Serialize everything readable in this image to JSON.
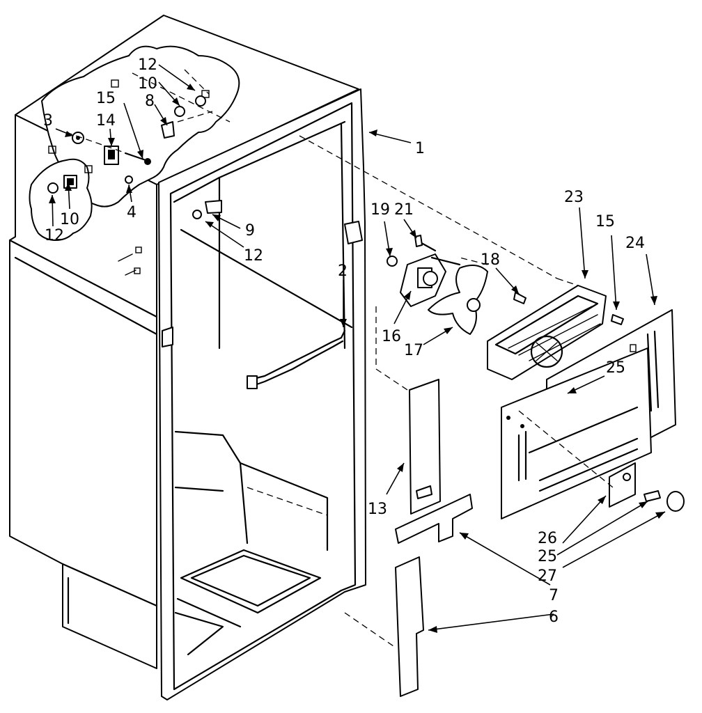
{
  "diagram": {
    "callouts": [
      {
        "id": "c1",
        "text": "1"
      },
      {
        "id": "c2",
        "text": "2"
      },
      {
        "id": "c3",
        "text": "3"
      },
      {
        "id": "c4",
        "text": "4"
      },
      {
        "id": "c6",
        "text": "6"
      },
      {
        "id": "c7",
        "text": "7"
      },
      {
        "id": "c8",
        "text": "8"
      },
      {
        "id": "c9",
        "text": "9"
      },
      {
        "id": "c10a",
        "text": "10"
      },
      {
        "id": "c10b",
        "text": "10"
      },
      {
        "id": "c12a",
        "text": "12"
      },
      {
        "id": "c12b",
        "text": "12"
      },
      {
        "id": "c12c",
        "text": "12"
      },
      {
        "id": "c13",
        "text": "13"
      },
      {
        "id": "c14",
        "text": "14"
      },
      {
        "id": "c15a",
        "text": "15"
      },
      {
        "id": "c15b",
        "text": "15"
      },
      {
        "id": "c16",
        "text": "16"
      },
      {
        "id": "c17",
        "text": "17"
      },
      {
        "id": "c18",
        "text": "18"
      },
      {
        "id": "c19",
        "text": "19"
      },
      {
        "id": "c21",
        "text": "21"
      },
      {
        "id": "c23",
        "text": "23"
      },
      {
        "id": "c24",
        "text": "24"
      },
      {
        "id": "c25a",
        "text": "25"
      },
      {
        "id": "c25b",
        "text": "25"
      },
      {
        "id": "c26",
        "text": "26"
      },
      {
        "id": "c27",
        "text": "27"
      }
    ]
  }
}
